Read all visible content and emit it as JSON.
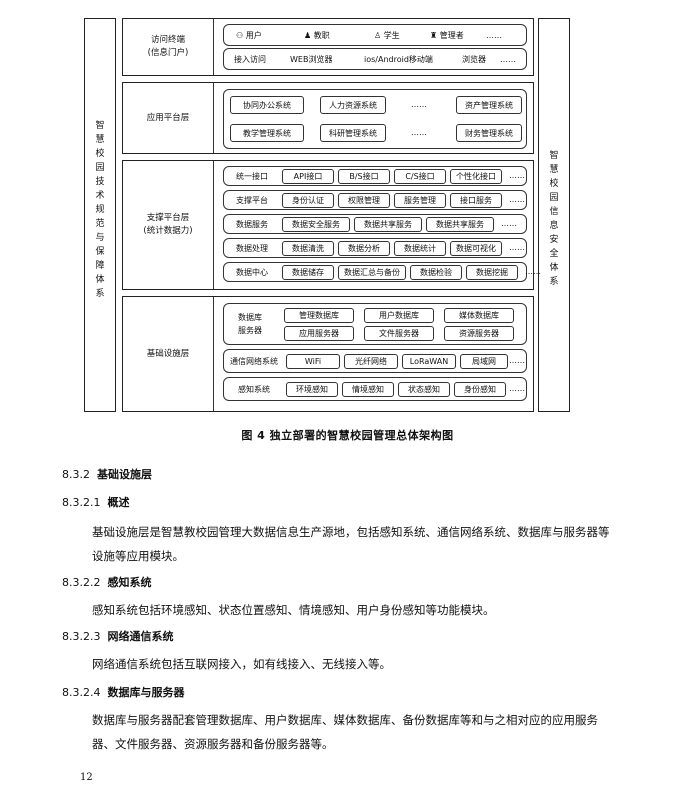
{
  "figure": {
    "left_vertical_label": "智慧校园技术规范与保障体系",
    "right_vertical_label": "智慧校园信息安全体系",
    "layers": {
      "access": {
        "label_line1": "访问终端",
        "label_line2": "(信息门户)",
        "users": [
          "用户",
          "教职",
          "学生",
          "管理者",
          "……"
        ],
        "access_modes": [
          "接入访问",
          "WEB浏览器",
          "ios/Android移动端",
          "浏览器",
          "……"
        ]
      },
      "app": {
        "label": "应用平台层",
        "row1": [
          "协同办公系统",
          "人力资源系统",
          "……",
          "资产管理系统"
        ],
        "row2": [
          "教学管理系统",
          "科研管理系统",
          "……",
          "财务管理系统"
        ]
      },
      "support": {
        "label_line1": "支撑平台层",
        "label_line2": "(统计数据力)",
        "rows": [
          {
            "head": "统一接口",
            "items": [
              "API接口",
              "B/S接口",
              "C/S接口",
              "个性化接口",
              "……"
            ]
          },
          {
            "head": "支撑平台",
            "items": [
              "身份认证",
              "权限管理",
              "服务管理",
              "接口服务",
              "……"
            ]
          },
          {
            "head": "数据服务",
            "items": [
              "数据安全服务",
              "数据共享服务",
              "数据共享服务",
              "……"
            ]
          },
          {
            "head": "数据处理",
            "items": [
              "数据清洗",
              "数据分析",
              "数据统计",
              "数据可视化",
              "……"
            ]
          },
          {
            "head": "数据中心",
            "items": [
              "数据储存",
              "数据汇总与备份",
              "数据检验",
              "数据挖掘",
              "……"
            ]
          }
        ]
      },
      "infra": {
        "label": "基础设施层",
        "db_head_line1": "数据库",
        "db_head_line2": "服务器",
        "db_row1": [
          "管理数据库",
          "用户数据库",
          "媒体数据库"
        ],
        "db_row2": [
          "应用服务器",
          "文件服务器",
          "资源服务器"
        ],
        "network_head": "通信网络系统",
        "network_items": [
          "WiFi",
          "光纤网络",
          "LoRaWAN",
          "局域网",
          "……"
        ],
        "sensing_head": "感知系统",
        "sensing_items": [
          "环境感知",
          "情境感知",
          "状态感知",
          "身份感知",
          "……"
        ]
      }
    }
  },
  "caption": "图 4   独立部署的智慧校园管理总体架构图",
  "sections": [
    {
      "num": "8.3.2",
      "title": "基础设施层",
      "body": ""
    },
    {
      "num": "8.3.2.1",
      "title": "概述",
      "body": "基础设施层是智慧教校园管理大数据信息生产源地，包括感知系统、通信网络系统、数据库与服务器等设施等应用模块。"
    },
    {
      "num": "8.3.2.2",
      "title": "感知系统",
      "body": "感知系统包括环境感知、状态位置感知、情境感知、用户身份感知等功能模块。"
    },
    {
      "num": "8.3.2.3",
      "title": "网络通信系统",
      "body": "网络通信系统包括互联网接入，如有线接入、无线接入等。"
    },
    {
      "num": "8.3.2.4",
      "title": "数据库与服务器",
      "body": "数据库与服务器配套管理数据库、用户数据库、媒体数据库、备份数据库等和与之相对应的应用服务器、文件服务器、资源服务器和备份服务器等。"
    }
  ],
  "page_number": "12"
}
